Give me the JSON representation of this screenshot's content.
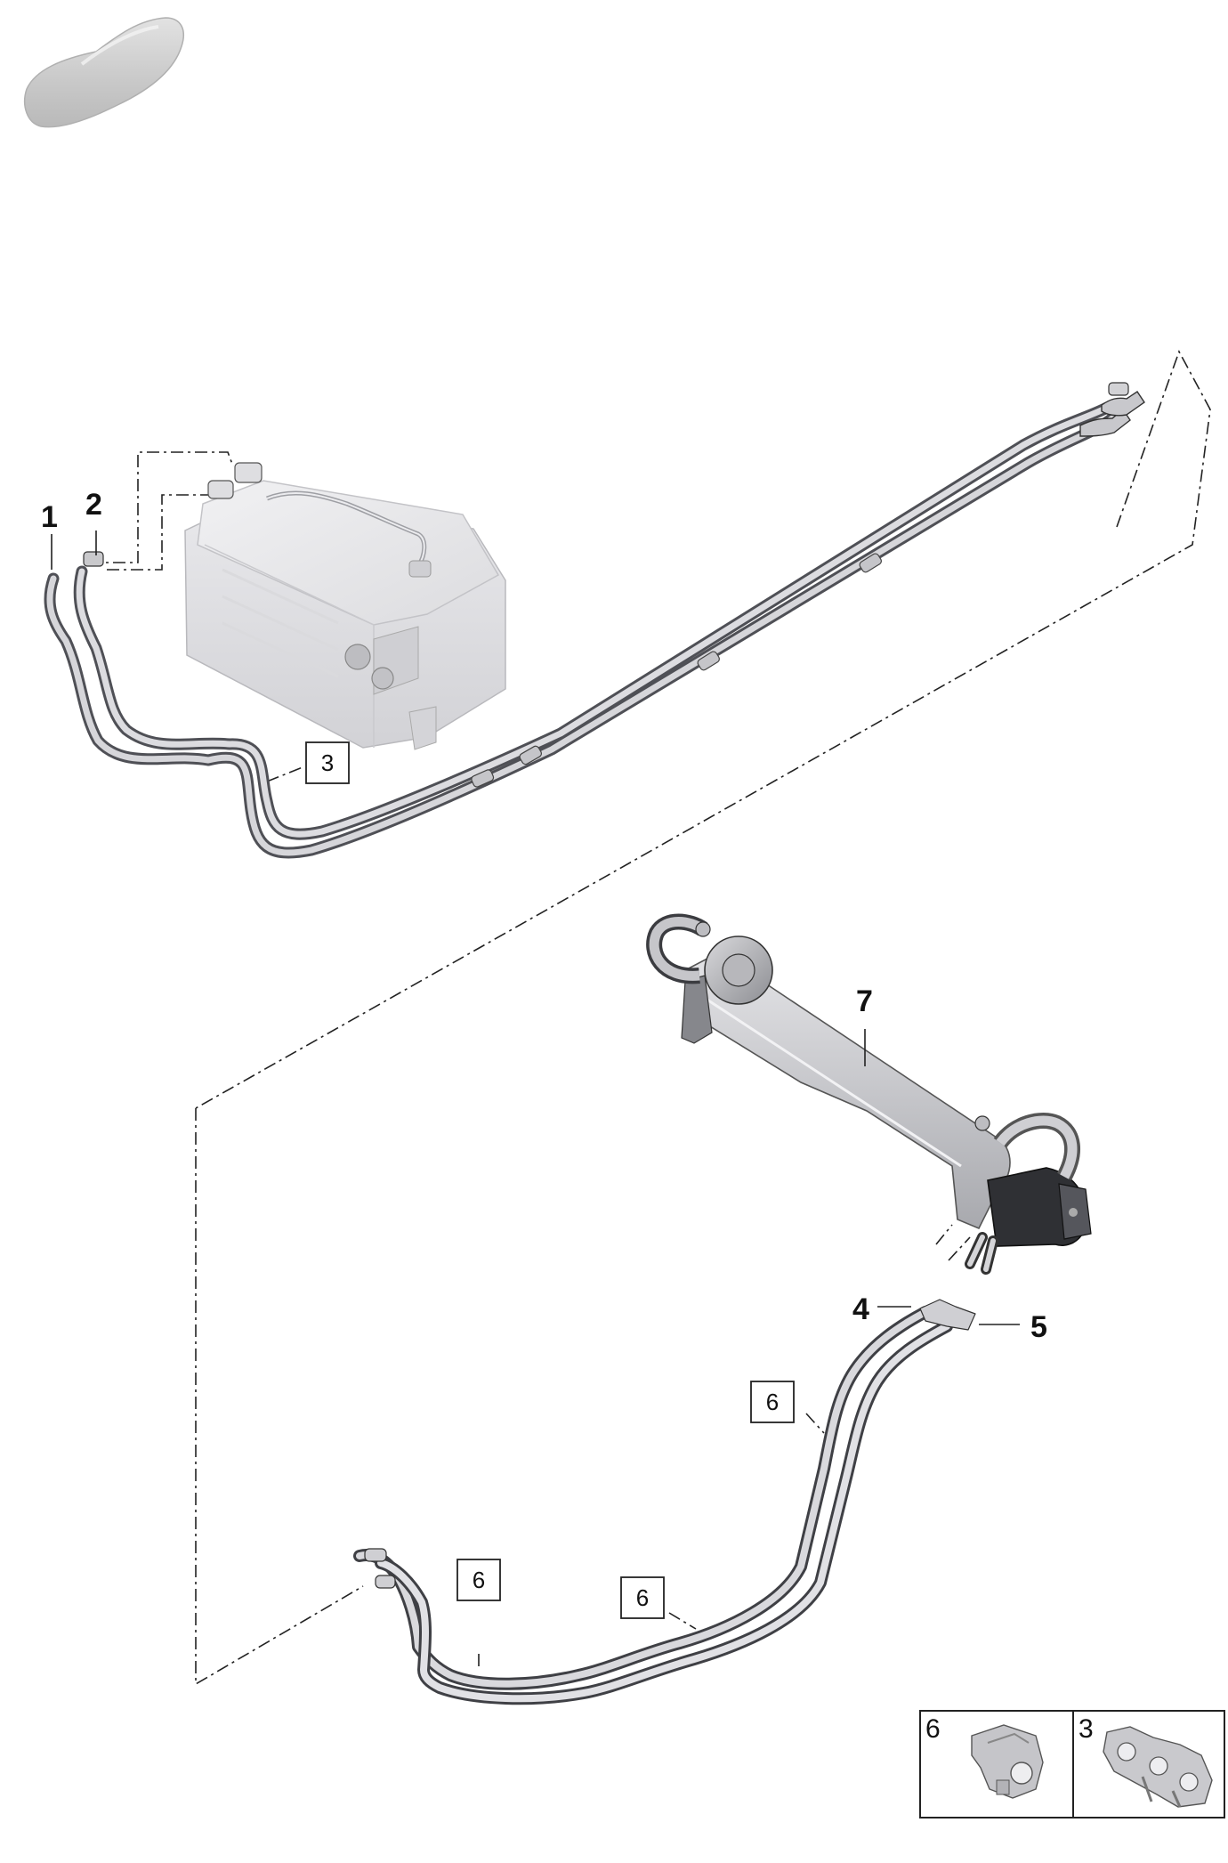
{
  "diagram": {
    "vehicle_icon": "car-silhouette-icon",
    "callouts": {
      "c1": "1",
      "c2": "2",
      "c4": "4",
      "c5": "5",
      "c7": "7"
    },
    "boxed_refs": {
      "b3": "3",
      "b6a": "6",
      "b6b": "6",
      "b6c": "6"
    },
    "legend": {
      "left_number": "6",
      "left_icon": "pipe-clip-icon",
      "right_number": "3",
      "right_icon": "double-pipe-clip-icon"
    },
    "colors": {
      "line": "#222222",
      "pipe_light": "#d4d4d8",
      "pipe_dark": "#55565c",
      "body_gray": "#e6e6e8"
    }
  }
}
